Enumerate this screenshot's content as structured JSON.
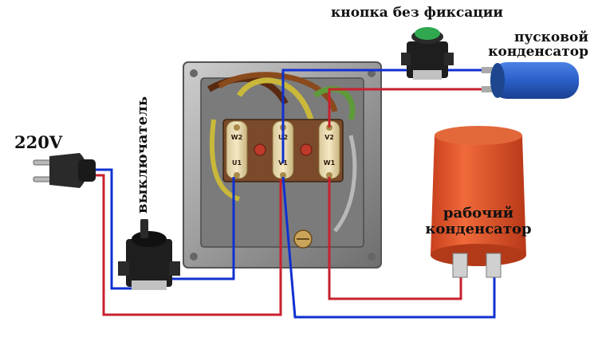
{
  "labels": {
    "voltage": "220V",
    "switch": "выключатель",
    "button": "кнопка без фиксации",
    "start_capacitor": [
      "пусковой",
      "конденсатор"
    ],
    "run_capacitor": [
      "рабочий",
      "конденсатор"
    ]
  },
  "terminals": {
    "top_row": [
      "W2",
      "U2",
      "V2"
    ],
    "bottom_row": [
      "U1",
      "V1",
      "W1"
    ]
  },
  "colors": {
    "wire_blue": "#1030d0",
    "wire_red": "#c8202e",
    "run_capacitor": "#e8542a",
    "start_capacitor": "#2a5fc8",
    "button_green": "#2fa84f"
  }
}
